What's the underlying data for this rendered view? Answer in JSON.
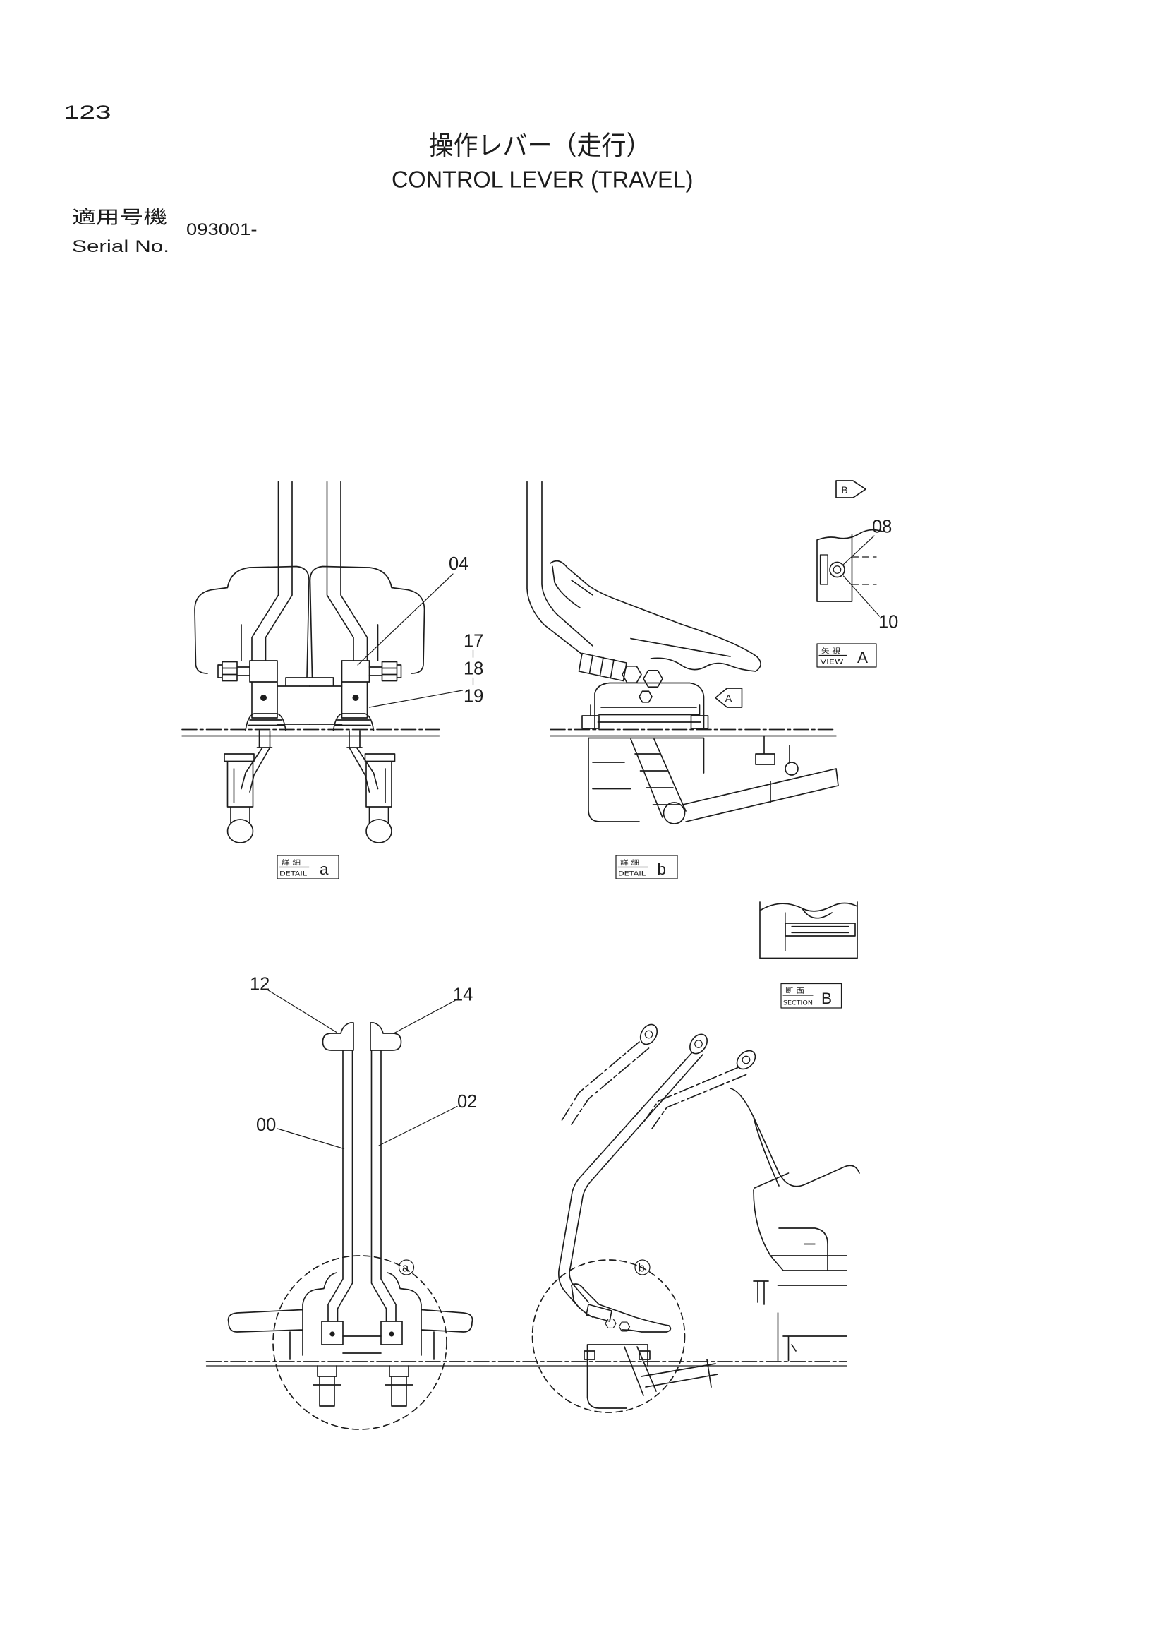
{
  "page": {
    "number": "123"
  },
  "title": {
    "ja": "操作レバー（走行）",
    "en": "CONTROL LEVER (TRAVEL)"
  },
  "applicability": {
    "label_ja": "適用号機",
    "label_en": "Serial No.",
    "serial": "093001-"
  },
  "callouts": {
    "top_front": [
      "04",
      "17",
      "18",
      "19"
    ],
    "view_a": [
      "08",
      "10"
    ],
    "bottom_front": [
      "12",
      "14",
      "00",
      "02"
    ]
  },
  "view_labels": {
    "view_a": {
      "ja": "矢 視",
      "en": "VIEW",
      "letter": "A"
    },
    "detail_a": {
      "ja": "詳 細",
      "en": "DETAIL",
      "letter": "a"
    },
    "detail_b": {
      "ja": "詳 細",
      "en": "DETAIL",
      "letter": "b"
    },
    "section_b": {
      "ja": "断 面",
      "en": "SECTION",
      "letter": "B"
    }
  },
  "markers": {
    "arrow_view_a": "A",
    "arrow_section_b": "B",
    "circle_detail_a": "a",
    "circle_detail_b": "b"
  }
}
